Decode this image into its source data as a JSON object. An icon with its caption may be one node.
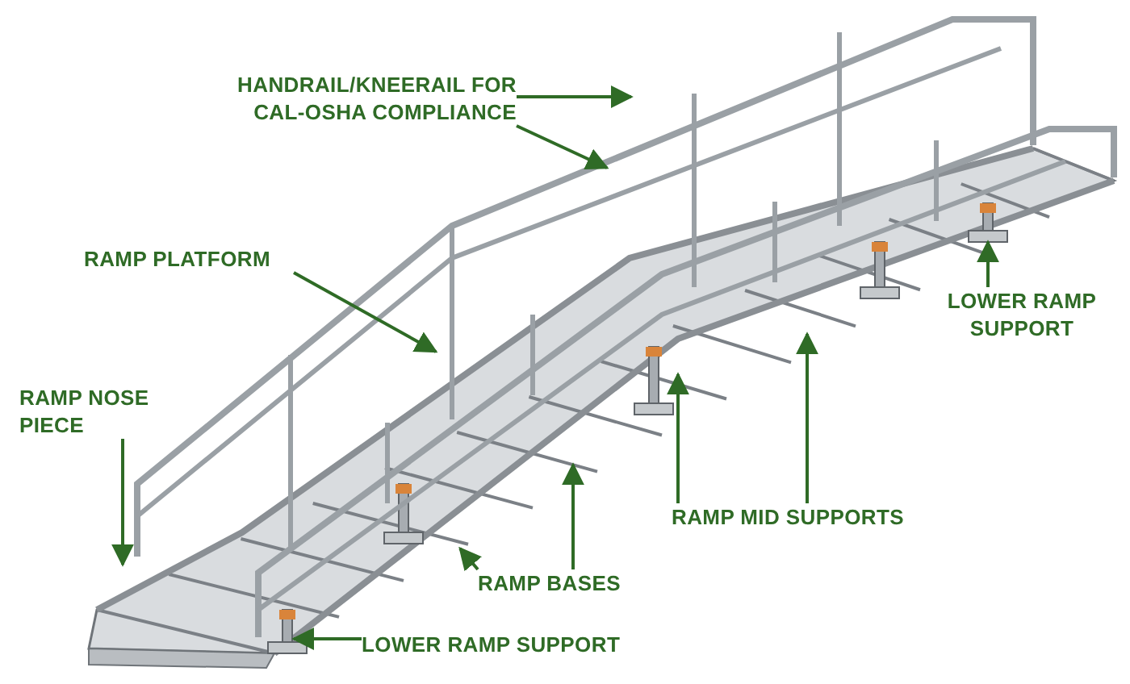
{
  "diagram": {
    "nodes": [
      {
        "text": [
          "HANDRAIL/KNEERAIL FOR CAL-OSHA COMPLIANCE"
        ]
      },
      {
        "text": [
          "RAMP PLATFORM"
        ]
      },
      {
        "text": [
          "RAMP NOSE PIECE"
        ]
      },
      {
        "text": [
          "LOWER RAMP SUPPORT"
        ]
      },
      {
        "text": [
          "RAMP MID SUPPORTS"
        ]
      },
      {
        "text": [
          "RAMP BASES"
        ]
      },
      {
        "text": [
          "LOWER RAMP SUPPORT"
        ]
      }
    ],
    "edges": [
      {
        "from": 0,
        "to": null,
        "arrow": "to"
      },
      {
        "from": 0,
        "to": null,
        "arrow": "to"
      },
      {
        "from": 1,
        "to": null,
        "arrow": "to"
      },
      {
        "from": 2,
        "to": null,
        "arrow": "to"
      },
      {
        "from": 3,
        "to": null,
        "arrow": "to"
      },
      {
        "from": 4,
        "to": null,
        "arrow": "to"
      },
      {
        "from": 4,
        "to": null,
        "arrow": "to"
      },
      {
        "from": 5,
        "to": null,
        "arrow": "to"
      },
      {
        "from": 5,
        "to": null,
        "arrow": "to"
      },
      {
        "from": 6,
        "to": null,
        "arrow": "to"
      }
    ]
  }
}
